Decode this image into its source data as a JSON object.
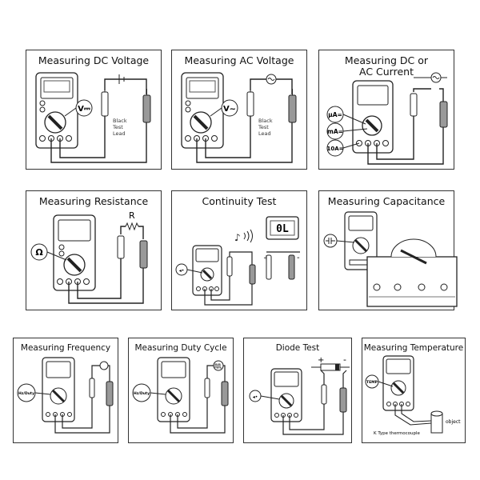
{
  "panels": {
    "dc_voltage": {
      "title": "Measuring DC Voltage",
      "dial_symbol": "V⎓",
      "lead_label": "Black\nTest\nLead"
    },
    "ac_voltage": {
      "title": "Measuring AC Voltage",
      "dial_symbol": "V~",
      "lead_label": "Black\nTest\nLead"
    },
    "current": {
      "title": "Measuring DC or\nAC Current",
      "jack_labels": [
        "µA=",
        "mA=",
        "10A="
      ]
    },
    "resistance": {
      "title": "Measuring Resistance",
      "dial_symbol": "Ω",
      "component_label": "R"
    },
    "continuity": {
      "title": "Continuity Test",
      "display_text": "0L",
      "plus": "+",
      "minus": "-"
    },
    "capacitance": {
      "title": "Measuring Capacitance"
    },
    "frequency": {
      "title": "Measuring Frequency",
      "dial_symbol": "Hz/Duty"
    },
    "duty_cycle": {
      "title": "Measuring Duty Cycle",
      "dial_symbol": "Hz/Duty"
    },
    "diode": {
      "title": "Diode Test",
      "plus": "+",
      "minus": "-"
    },
    "temperature": {
      "title": "Measuring Temperature",
      "dial_symbol": "TEMP",
      "probe_label": "K Type thermocouple",
      "object_label": "object"
    }
  }
}
